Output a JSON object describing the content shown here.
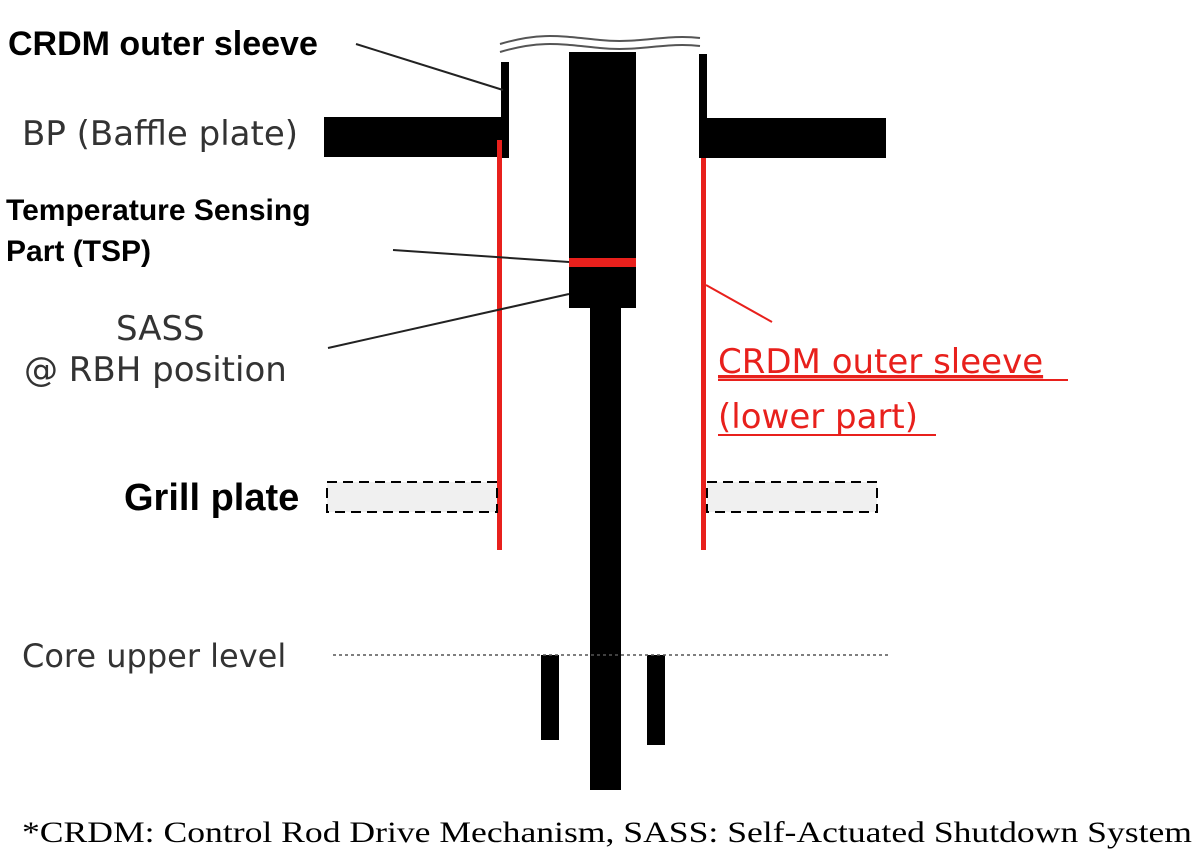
{
  "labels": {
    "crdm_outer_sleeve": "CRDM outer sleeve",
    "baffle_plate": "BP (Baffle plate)",
    "tsp_line1": "Temperature Sensing",
    "tsp_line2": "Part (TSP)",
    "sass_line1": "SASS",
    "sass_line2": "@ RBH position",
    "crdm_lower_line1": "CRDM outer sleeve",
    "crdm_lower_line2": "(lower part)",
    "grill_plate": "Grill plate",
    "core_upper_level": "Core upper level"
  },
  "footnote": "*CRDM: Control Rod Drive Mechanism, SASS: Self-Actuated Shutdown System",
  "colors": {
    "structure": "#000000",
    "sleeve_lower": "#e8201c",
    "text_light": "#333333",
    "leader": "#222222"
  }
}
